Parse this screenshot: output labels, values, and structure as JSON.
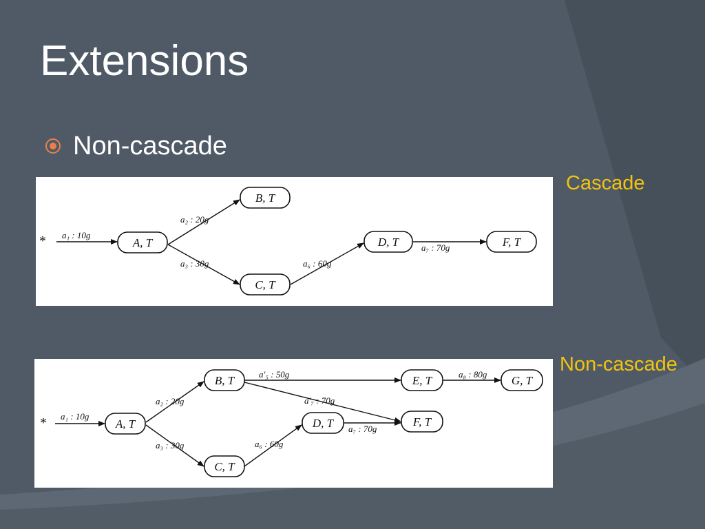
{
  "slide": {
    "title": "Extensions",
    "bullet": "Non-cascade",
    "bullet_icon": "circle-bullet-icon",
    "accent_bullet": "#e9804b",
    "label_color": "#f2c40f"
  },
  "labels": {
    "cascade": "Cascade",
    "noncascade": "Non-cascade"
  },
  "diagram_cascade": {
    "start": "*",
    "nodes": [
      {
        "id": "A",
        "label": "A, T"
      },
      {
        "id": "B",
        "label": "B, T"
      },
      {
        "id": "C",
        "label": "C, T"
      },
      {
        "id": "D",
        "label": "D, T"
      },
      {
        "id": "F",
        "label": "F, T"
      }
    ],
    "edges": [
      {
        "from": "*",
        "to": "A",
        "label": "a₁ : 10g"
      },
      {
        "from": "A",
        "to": "B",
        "label": "a₂ : 20g"
      },
      {
        "from": "A",
        "to": "C",
        "label": "a₃ : 30g"
      },
      {
        "from": "C",
        "to": "D",
        "label": "a₆ : 60g"
      },
      {
        "from": "D",
        "to": "F",
        "label": "a₇ : 70g"
      }
    ]
  },
  "diagram_noncascade": {
    "start": "*",
    "nodes": [
      {
        "id": "A",
        "label": "A, T"
      },
      {
        "id": "B",
        "label": "B, T"
      },
      {
        "id": "C",
        "label": "C, T"
      },
      {
        "id": "D",
        "label": "D, T"
      },
      {
        "id": "E",
        "label": "E, T"
      },
      {
        "id": "F",
        "label": "F, T"
      },
      {
        "id": "G",
        "label": "G, T"
      }
    ],
    "edges": [
      {
        "from": "*",
        "to": "A",
        "label": "a₁ : 10g"
      },
      {
        "from": "A",
        "to": "B",
        "label": "a₂ : 20g"
      },
      {
        "from": "A",
        "to": "C",
        "label": "a₃ : 30g"
      },
      {
        "from": "B",
        "to": "E",
        "label": "a′₅ : 50g"
      },
      {
        "from": "B",
        "to": "F",
        "label": "a′₇ : 70g"
      },
      {
        "from": "C",
        "to": "D",
        "label": "a₆ : 60g"
      },
      {
        "from": "D",
        "to": "F",
        "label": "a₇ : 70g"
      },
      {
        "from": "E",
        "to": "G",
        "label": "a₈ : 80g"
      }
    ]
  }
}
